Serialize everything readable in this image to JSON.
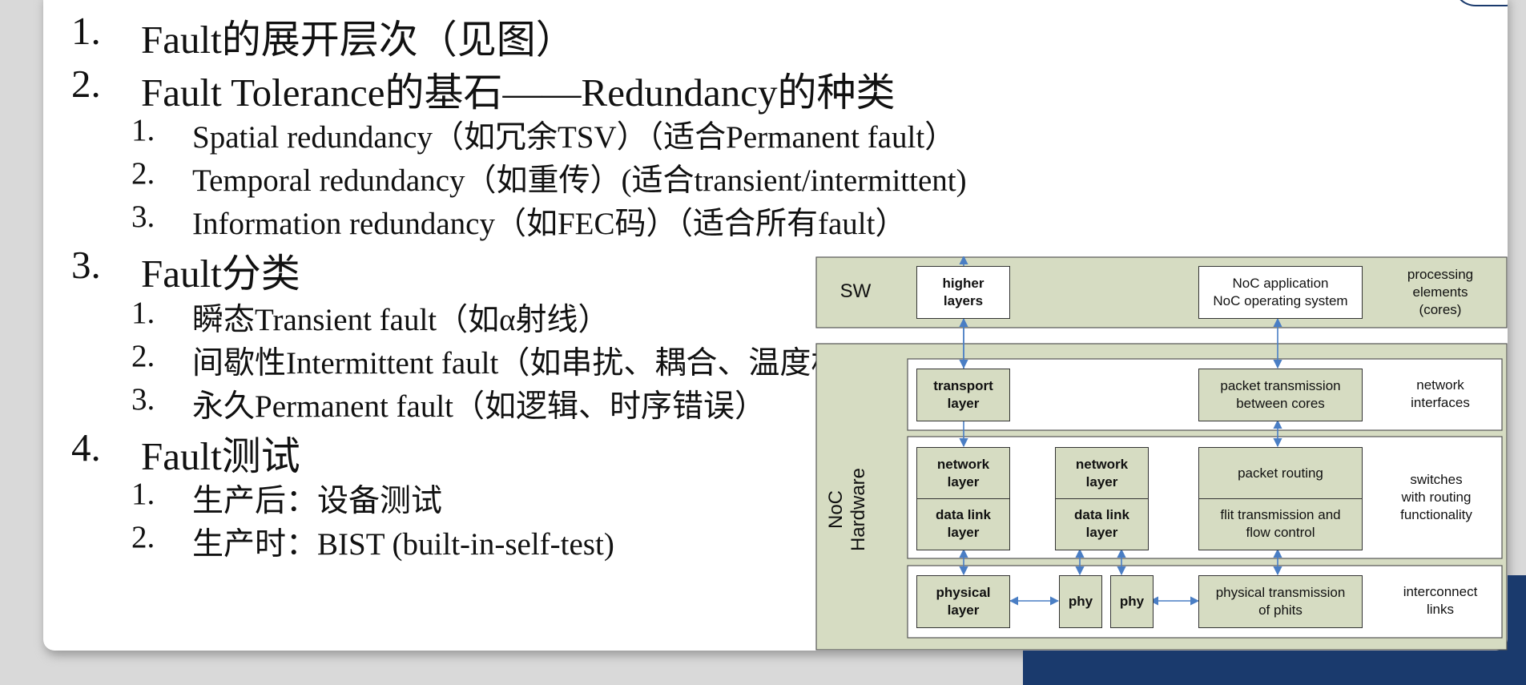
{
  "outline": [
    {
      "num": "1.",
      "text": "Fault的展开层次（见图）"
    },
    {
      "num": "2.",
      "text": "Fault Tolerance的基石——Redundancy的种类",
      "children": [
        {
          "num": "1.",
          "text": "Spatial redundancy（如冗余TSV）（适合Permanent fault）"
        },
        {
          "num": "2.",
          "text": "Temporal redundancy（如重传）(适合transient/intermittent)"
        },
        {
          "num": "3.",
          "text": "Information redundancy（如FEC码）（适合所有fault）"
        }
      ]
    },
    {
      "num": "3.",
      "text": "Fault分类",
      "children": [
        {
          "num": "1.",
          "text": "瞬态Transient fault（如α射线）"
        },
        {
          "num": "2.",
          "text": "间歇性Intermittent fault（如串扰、耦合、温度相关）"
        },
        {
          "num": "3.",
          "text": "永久Permanent fault（如逻辑、时序错误）"
        }
      ]
    },
    {
      "num": "4.",
      "text": "Fault测试",
      "children": [
        {
          "num": "1.",
          "text": "生产后：设备测试"
        },
        {
          "num": "2.",
          "text": "生产时：BIST (built-in-self-test)"
        }
      ]
    }
  ],
  "diagram": {
    "sw_label": "SW",
    "hw_label": "NoC Hardware",
    "higher_layers": [
      "higher",
      "layers"
    ],
    "noc_app": [
      "NoC application",
      "NoC operating system"
    ],
    "processing_elements": [
      "processing",
      "elements",
      "(cores)"
    ],
    "transport_layer": [
      "transport",
      "layer"
    ],
    "packet_transmission": [
      "packet transmission",
      "between cores"
    ],
    "network_interfaces": [
      "network",
      "interfaces"
    ],
    "network_layer": [
      "network",
      "layer"
    ],
    "data_link_layer": [
      "data link",
      "layer"
    ],
    "packet_routing": "packet routing",
    "flit_transmission": [
      "flit transmission and",
      "flow control"
    ],
    "switches": [
      "switches",
      "with routing",
      "functionality"
    ],
    "physical_layer": [
      "physical",
      "layer"
    ],
    "phy": "phy",
    "physical_transmission": [
      "physical transmission",
      "of phits"
    ],
    "interconnect_links": [
      "interconnect",
      "links"
    ]
  },
  "colors": {
    "diagram_fill": "#d6dcc2",
    "arrow": "#4a7ec4",
    "accent": "#1a3a6d"
  }
}
